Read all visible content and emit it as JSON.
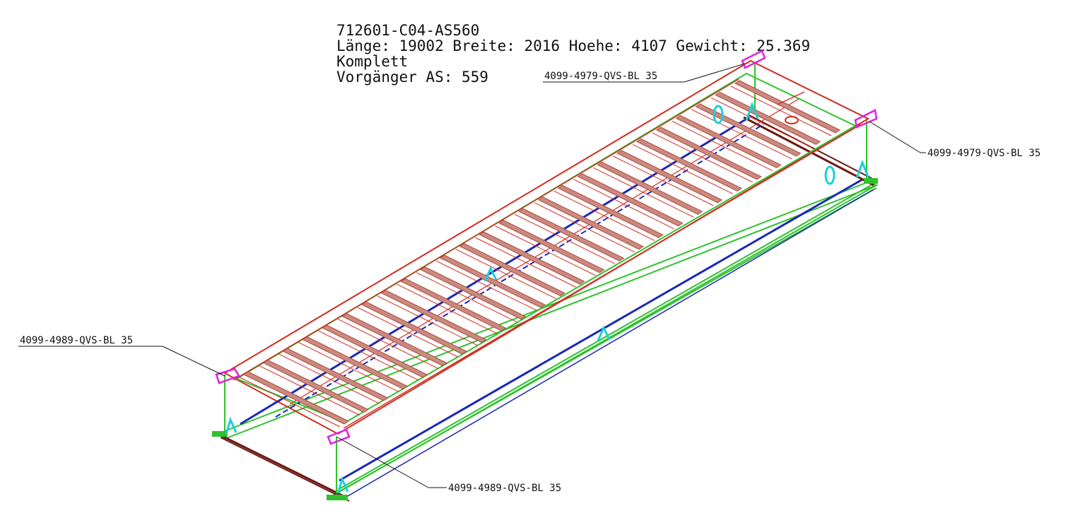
{
  "title_block": {
    "part_number": "712601-C04-AS560",
    "dimensions_line": "Länge: 19002 Breite: 2016 Hoehe: 4107 Gewicht: 25.369",
    "status": "Komplett",
    "predecessor": "Vorgänger AS: 559"
  },
  "callouts": [
    {
      "id": "top-center",
      "label": "4099-4979-QVS-BL 35"
    },
    {
      "id": "right",
      "label": "4099-4979-QVS-BL 35"
    },
    {
      "id": "left",
      "label": "4099-4989-QVS-BL 35"
    },
    {
      "id": "bottom",
      "label": "4099-4989-QVS-BL 35"
    }
  ],
  "colors": {
    "deck_outline": "#d42a1e",
    "crossbeam": "#b04a3c",
    "crossbeam_fill": "#c98a80",
    "inner_frame": "#2ec22e",
    "center_beam": "#1a28b8",
    "bracket": "#e020e0",
    "clamp": "#1ad0d8",
    "support_bar": "#6b1a12",
    "leader_line": "#111111"
  }
}
